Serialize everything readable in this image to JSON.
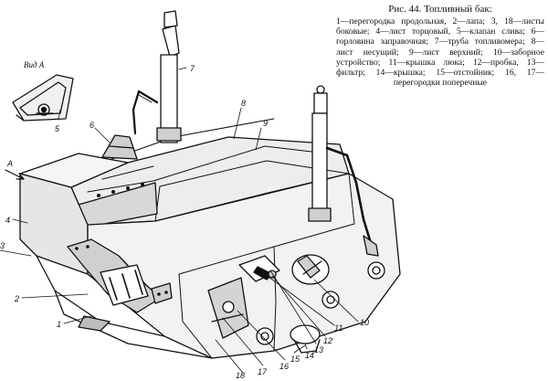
{
  "caption": {
    "title": "Рис. 44. Топливный бак:",
    "text": "1—перегородка продольная, 2—лапа; 3, 18—листы боковые; 4—лист торцовый, 5—клапан слива; 6—горловина заправочная; 7—труба топливомера; 8—лист несущий; 9—лист верхний; 10—заборное устройство; 11—крышка люка; 12—пробка, 13—фильтр; 14—крышка; 15—отстойник; 16, 17—перегородки поперечные"
  },
  "view_label": "Вид А",
  "arrow_label": "А",
  "callouts": {
    "c1": "1",
    "c2": "2",
    "c3": "3",
    "c4": "4",
    "c5": "5",
    "c6": "6",
    "c7": "7",
    "c8": "8",
    "c9": "9",
    "c10": "10",
    "c11": "11",
    "c12": "12",
    "c13": "13",
    "c14": "14",
    "c15": "15",
    "c16": "16",
    "c17": "17",
    "c18": "18"
  }
}
